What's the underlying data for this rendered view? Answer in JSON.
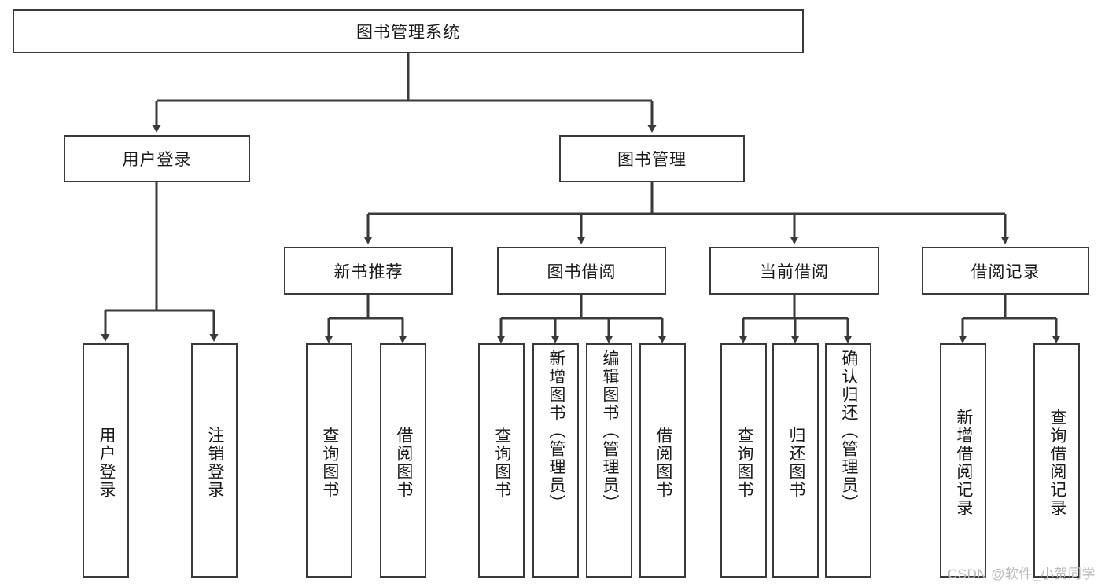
{
  "diagram": {
    "type": "hierarchy-tree",
    "root": {
      "id": "root",
      "label": "图书管理系统"
    },
    "level1": [
      {
        "id": "user-login",
        "label": "用户登录"
      },
      {
        "id": "book-manage",
        "label": "图书管理"
      }
    ],
    "level2": [
      {
        "id": "new-book-rec",
        "label": "新书推荐",
        "parent": "book-manage"
      },
      {
        "id": "book-borrow",
        "label": "图书借阅",
        "parent": "book-manage"
      },
      {
        "id": "current-borrow",
        "label": "当前借阅",
        "parent": "book-manage"
      },
      {
        "id": "borrow-record",
        "label": "借阅记录",
        "parent": "book-manage"
      }
    ],
    "leaves": {
      "user_login": [
        {
          "id": "leaf-user-login",
          "label": "用户登录"
        },
        {
          "id": "leaf-logout-login",
          "label": "注销登录"
        }
      ],
      "new_book_rec": [
        {
          "id": "leaf-query-book-1",
          "label": "查询图书"
        },
        {
          "id": "leaf-borrow-book-1",
          "label": "借阅图书"
        }
      ],
      "book_borrow": [
        {
          "id": "leaf-query-book-2",
          "label": "查询图书"
        },
        {
          "id": "leaf-add-book",
          "label": "新增图书（管理员）"
        },
        {
          "id": "leaf-edit-book",
          "label": "编辑图书（管理员）"
        },
        {
          "id": "leaf-borrow-book-2",
          "label": "借阅图书"
        }
      ],
      "current_borrow": [
        {
          "id": "leaf-query-book-3",
          "label": "查询图书"
        },
        {
          "id": "leaf-return-book",
          "label": "归还图书"
        },
        {
          "id": "leaf-confirm-return",
          "label": "确认归还（管理员）"
        }
      ],
      "borrow_record": [
        {
          "id": "leaf-add-record",
          "label": "新增借阅记录"
        },
        {
          "id": "leaf-query-record",
          "label": "查询借阅记录"
        }
      ]
    }
  },
  "watermark": {
    "text": "CSDN @软件_小贺同学"
  },
  "colors": {
    "background": "#ffffff",
    "box_border": "#3a3a3a",
    "connector": "#3a3a3a",
    "text": "#1a1a1a",
    "watermark": "#b9b9b9"
  }
}
